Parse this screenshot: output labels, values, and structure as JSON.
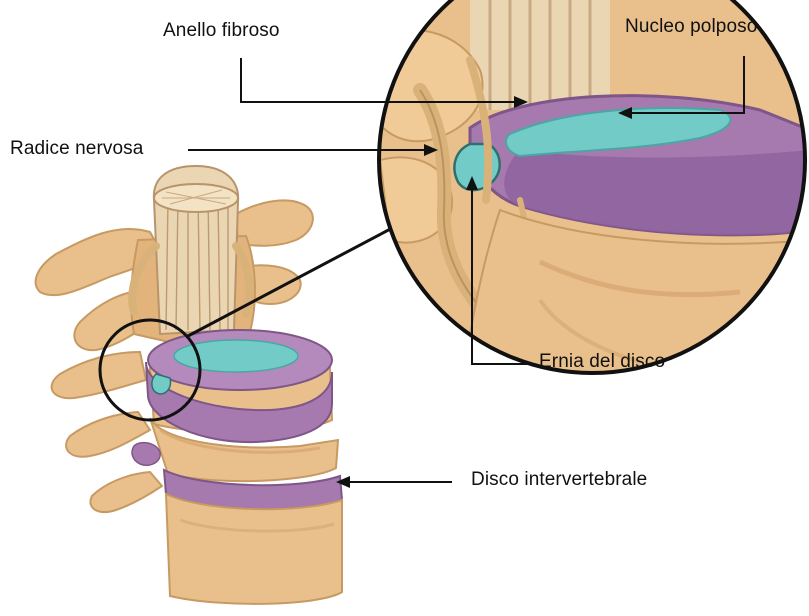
{
  "title": "",
  "labels": {
    "anello_fibroso": "Anello fibroso",
    "nucleo_polposo": "Nucleo polposo",
    "radice_nervosa": "Radice nervosa",
    "ernia_del_disco": "Ernia del disco",
    "disco_intervertebrale": "Disco intervertebrale"
  },
  "colors": {
    "bone": "#e9c08c",
    "bone_shadow": "#c79a63",
    "bone_light": "#f6dcb3",
    "disc_annulus": "#a67aae",
    "disc_annulus_dark": "#7e5688",
    "nucleus": "#72cbc6",
    "spinal_cord": "#ead6b2",
    "nerve": "#d9b27a",
    "outline": "#2a2018",
    "text": "#111111"
  }
}
